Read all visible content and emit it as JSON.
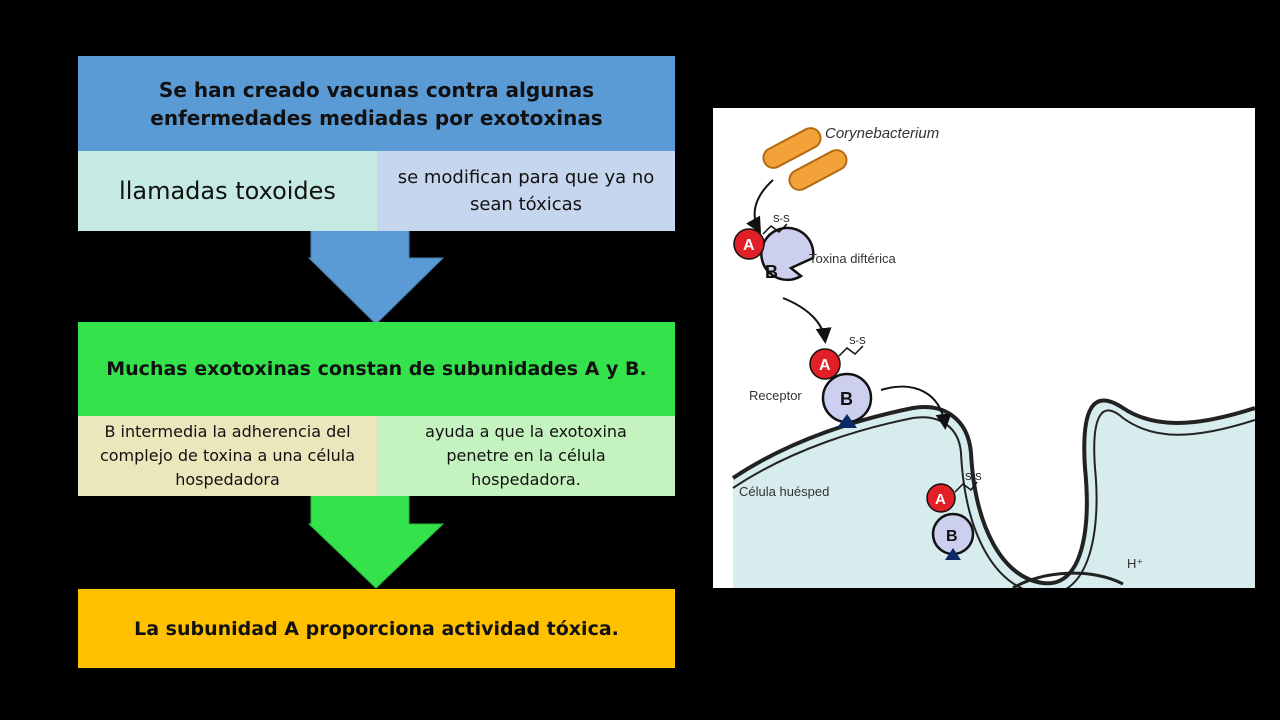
{
  "flow": {
    "top": {
      "header": "Se  han creado vacunas contra algunas enfermedades mediadas por exotoxinas",
      "left": "llamadas toxoides",
      "right": "se modifican para que ya no sean tóxicas"
    },
    "middle": {
      "header": "Muchas exotoxinas constan de subunidades A y B.",
      "left": "B intermedia la adherencia del complejo de toxina a una célula hospedadora",
      "right": "ayuda a que la exotoxina penetre en la célula hospedadora."
    },
    "bottom": "La subunidad A proporciona actividad tóxica.",
    "colors": {
      "arrow1": "#5b9bd5",
      "arrow2": "#34e24b"
    }
  },
  "illustration": {
    "bacterium_label": "Corynebacterium",
    "toxin_label": "Toxina diftérica",
    "receptor_label": "Receptor",
    "host_cell_label": "Célula huésped",
    "ion_label": "H⁺",
    "subunit_a": "A",
    "subunit_b": "B",
    "bond_label": "S-S"
  }
}
